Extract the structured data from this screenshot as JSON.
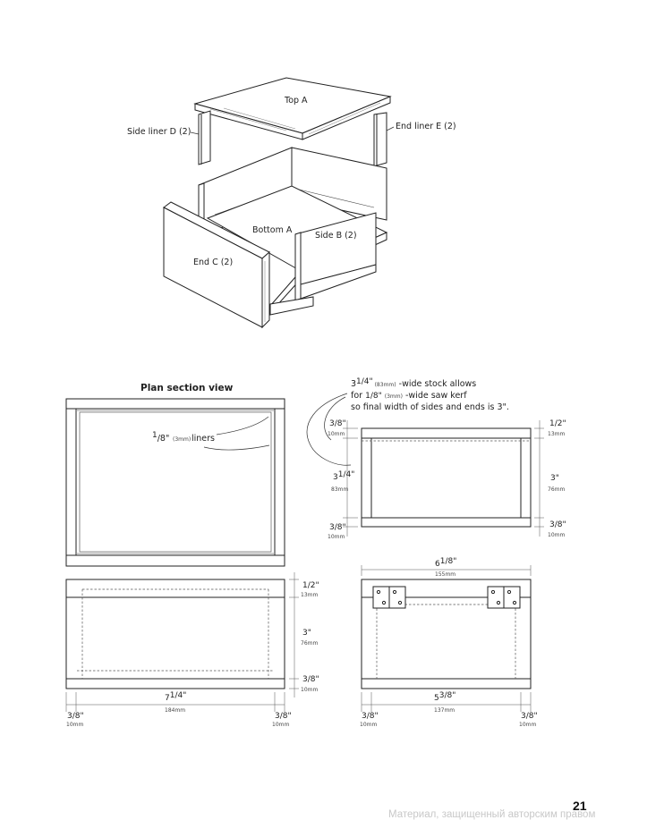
{
  "exploded": {
    "top": "Top A",
    "side_liner": "Side liner D (2)",
    "end_liner": "End liner E (2)",
    "bottom": "Bottom A",
    "side": "Side B (2)",
    "end": "End C (2)"
  },
  "plan": {
    "title": "Plan section view",
    "liners_whole": "1",
    "liners_frac": "/8\"",
    "liners_mm": "(3mm)",
    "liners_text": "liners"
  },
  "note": {
    "line1_whole": "3",
    "line1_frac": "1/4\"",
    "line1_mm": "(83mm)",
    "line1_text": "-wide stock allows",
    "line2_pre": "for",
    "line2_frac": "1/8\"",
    "line2_mm": "(3mm)",
    "line2_text": "-wide saw kerf",
    "line3": "so final width of sides and ends is 3\"."
  },
  "end_section": {
    "left_top": "3/8\"",
    "left_top_mm": "10mm",
    "left_mid_whole": "3",
    "left_mid_frac": "1/4\"",
    "left_mid_mm": "83mm",
    "left_bot": "3/8\"",
    "left_bot_mm": "10mm",
    "right_top": "1/2\"",
    "right_top_mm": "13mm",
    "right_mid": "3\"",
    "right_mid_mm": "76mm",
    "right_bot": "3/8\"",
    "right_bot_mm": "10mm"
  },
  "side_elev": {
    "right_top": "1/2\"",
    "right_top_mm": "13mm",
    "right_mid": "3\"",
    "right_mid_mm": "76mm",
    "right_bot": "3/8\"",
    "right_bot_mm": "10mm",
    "overall_whole": "7",
    "overall_frac": "1/4\"",
    "overall_mm": "184mm",
    "left_end": "3/8\"",
    "left_end_mm": "10mm",
    "right_end": "3/8\"",
    "right_end_mm": "10mm"
  },
  "end_elev": {
    "top_whole": "6",
    "top_frac": "1/8\"",
    "top_mm": "155mm",
    "inner_whole": "5",
    "inner_frac": "3/8\"",
    "inner_mm": "137mm",
    "left_end": "3/8\"",
    "left_end_mm": "10mm",
    "right_end": "3/8\"",
    "right_end_mm": "10mm"
  },
  "footer": {
    "page_number": "21",
    "watermark": "Материал, защищенный авторским правом"
  }
}
